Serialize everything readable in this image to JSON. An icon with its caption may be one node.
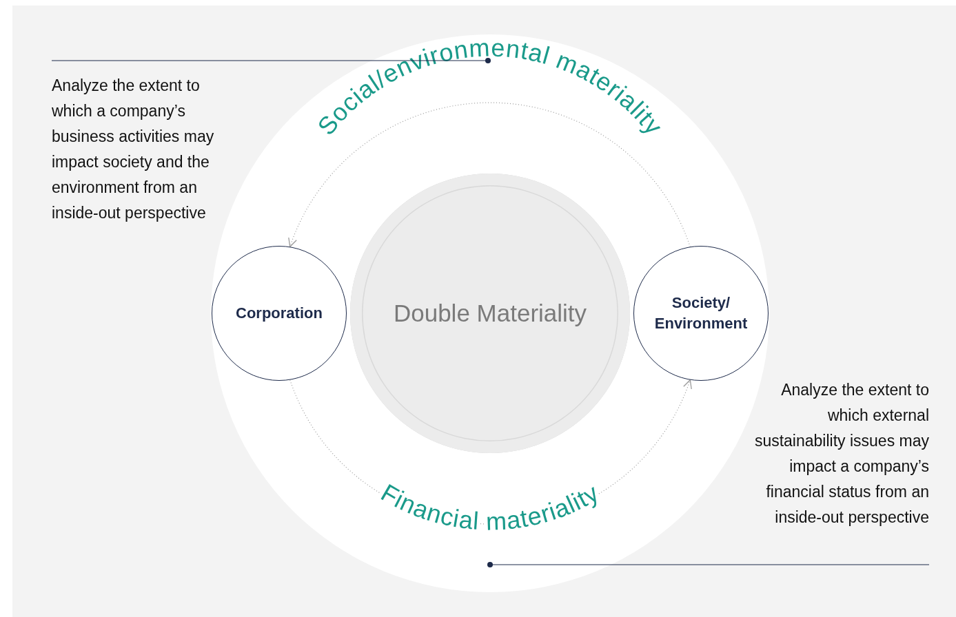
{
  "diagram": {
    "nodes": [
      {
        "text": [],
        "shape": "circle"
      },
      {
        "text": [
          "Double Materiality"
        ],
        "in": 0
      },
      {
        "text": [
          "Corporation"
        ],
        "in": 0
      },
      {
        "text": [
          "Society/ Environment"
        ],
        "in": 0
      },
      {
        "text": [
          "Analyze the extent to which a company’s business activities may impact society and the environment from an inside-out perspective"
        ]
      },
      {
        "text": [
          "Analyze the extent to which external sustainability issues may impact a company’s financial status from an inside-out perspective"
        ]
      }
    ],
    "edges": [
      {
        "from": 3,
        "to": 2,
        "arrow": "to",
        "label": "Social/environmental materiality",
        "style": "dashed"
      },
      {
        "from": 2,
        "to": 3,
        "arrow": "to",
        "label": "Financial materiality",
        "style": "dashed"
      },
      {
        "from": 4,
        "to": 0,
        "arrow": "other",
        "color": "#1d2a4a"
      },
      {
        "from": 5,
        "to": 0,
        "arrow": "other",
        "color": "#1d2a4a"
      }
    ]
  }
}
